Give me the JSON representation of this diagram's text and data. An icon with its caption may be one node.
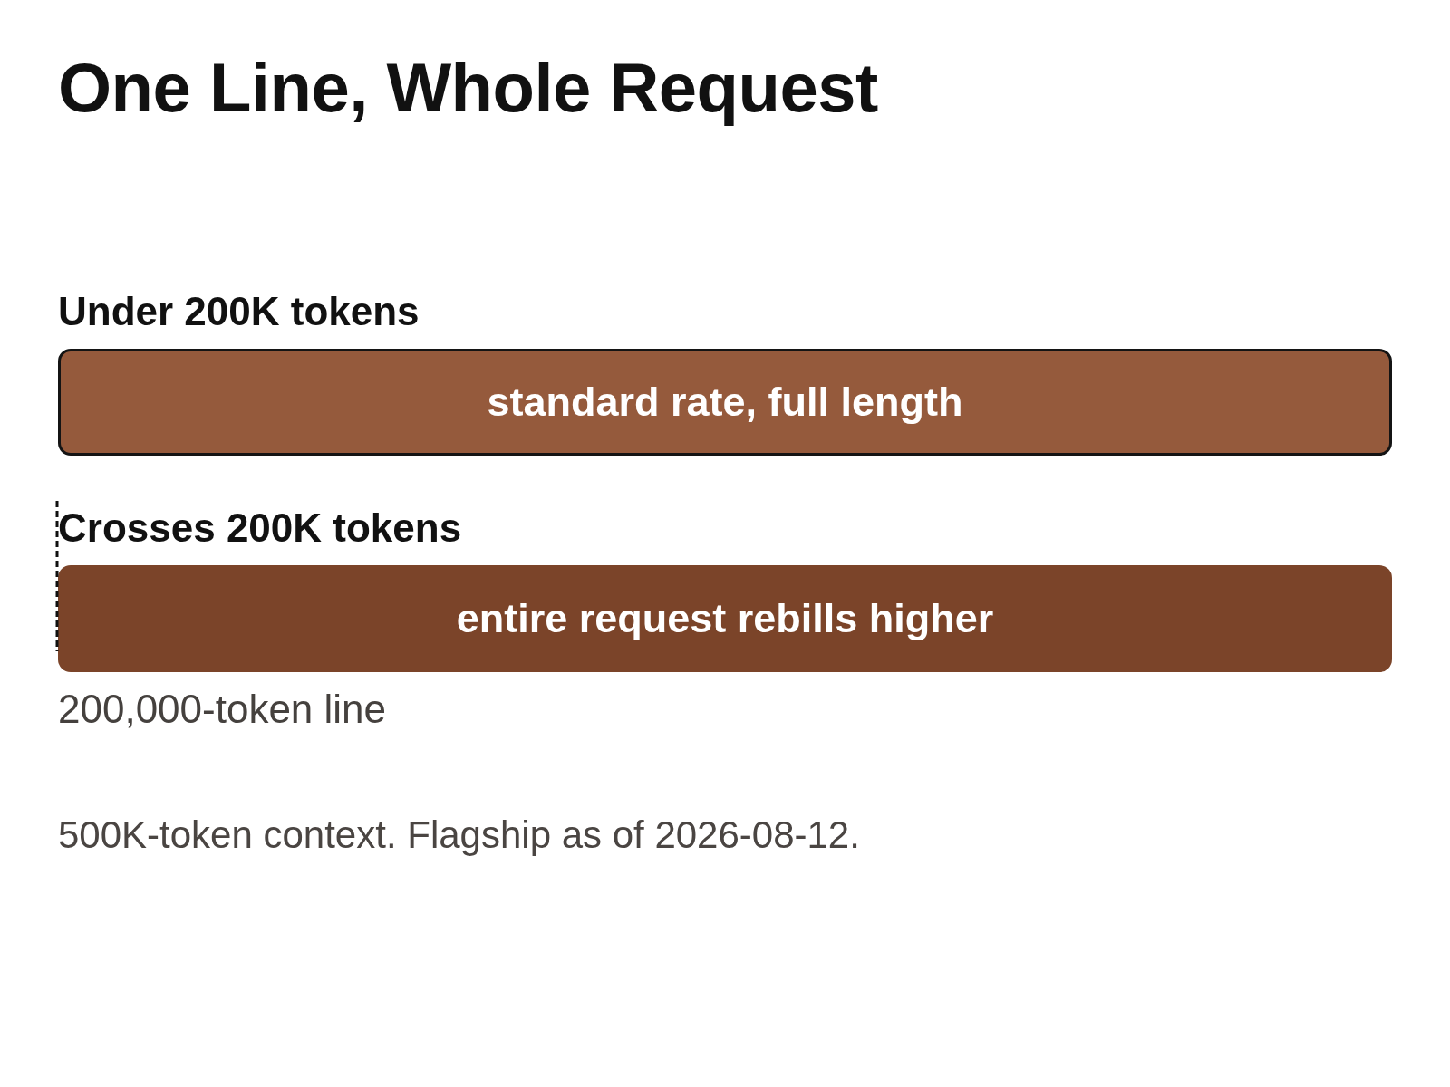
{
  "diagram": {
    "title": "One Line, Whole Request",
    "caption": "500K-token context. Flagship as of 2026-08-12.",
    "nodes": [
      {
        "text": [
          "Under 200K tokens",
          "standard rate, full length"
        ]
      },
      {
        "text": [
          "Crosses 200K tokens",
          "entire request rebills higher"
        ]
      }
    ],
    "labels": [
      "200,000-token line"
    ]
  }
}
